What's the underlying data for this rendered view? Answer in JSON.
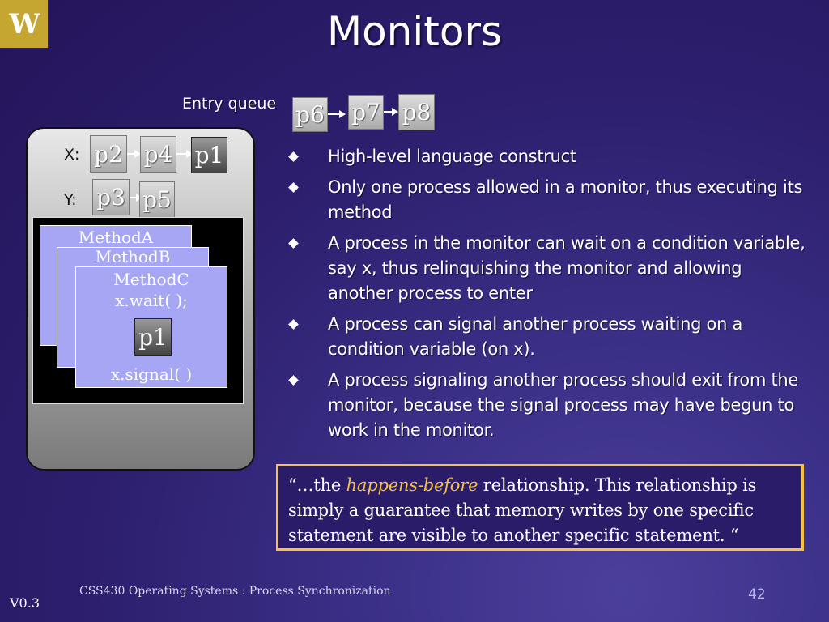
{
  "logo": {
    "text": "W",
    "color": "#c5a631"
  },
  "title": "Monitors",
  "entry_queue": {
    "label": "Entry queue",
    "processes": [
      "p6",
      "p7",
      "p8"
    ]
  },
  "monitor": {
    "conditions": [
      {
        "label": "X:",
        "processes": [
          "p2",
          "p4",
          "p1"
        ]
      },
      {
        "label": "Y:",
        "processes": [
          "p3",
          "p5"
        ]
      }
    ],
    "methods": [
      "MethodA",
      "MethodB",
      "MethodC"
    ],
    "method_c_code": {
      "wait": "x.wait( );",
      "signal": "x.signal( )"
    },
    "active_process": "p1"
  },
  "bullets": [
    "High-level language construct",
    "Only one process allowed in a monitor, thus executing its method",
    "A process in the monitor can wait on a condition variable, say x, thus relinquishing the monitor and allowing another process to enter",
    "A process can signal another process waiting on a condition variable (on x).",
    "A process signaling another process should exit from the monitor, because the signal process may have begun to work in the monitor."
  ],
  "quote": {
    "prefix": "“…the ",
    "emphasis": "happens-before",
    "suffix": " relationship. This relationship is simply a guarantee that memory writes by one specific statement are visible to another specific statement. “",
    "border_color": "#f5c242"
  },
  "footer": {
    "course": "CSS430 Operating Systems : Process Synchronization",
    "page": "42",
    "version": "V0.3"
  }
}
